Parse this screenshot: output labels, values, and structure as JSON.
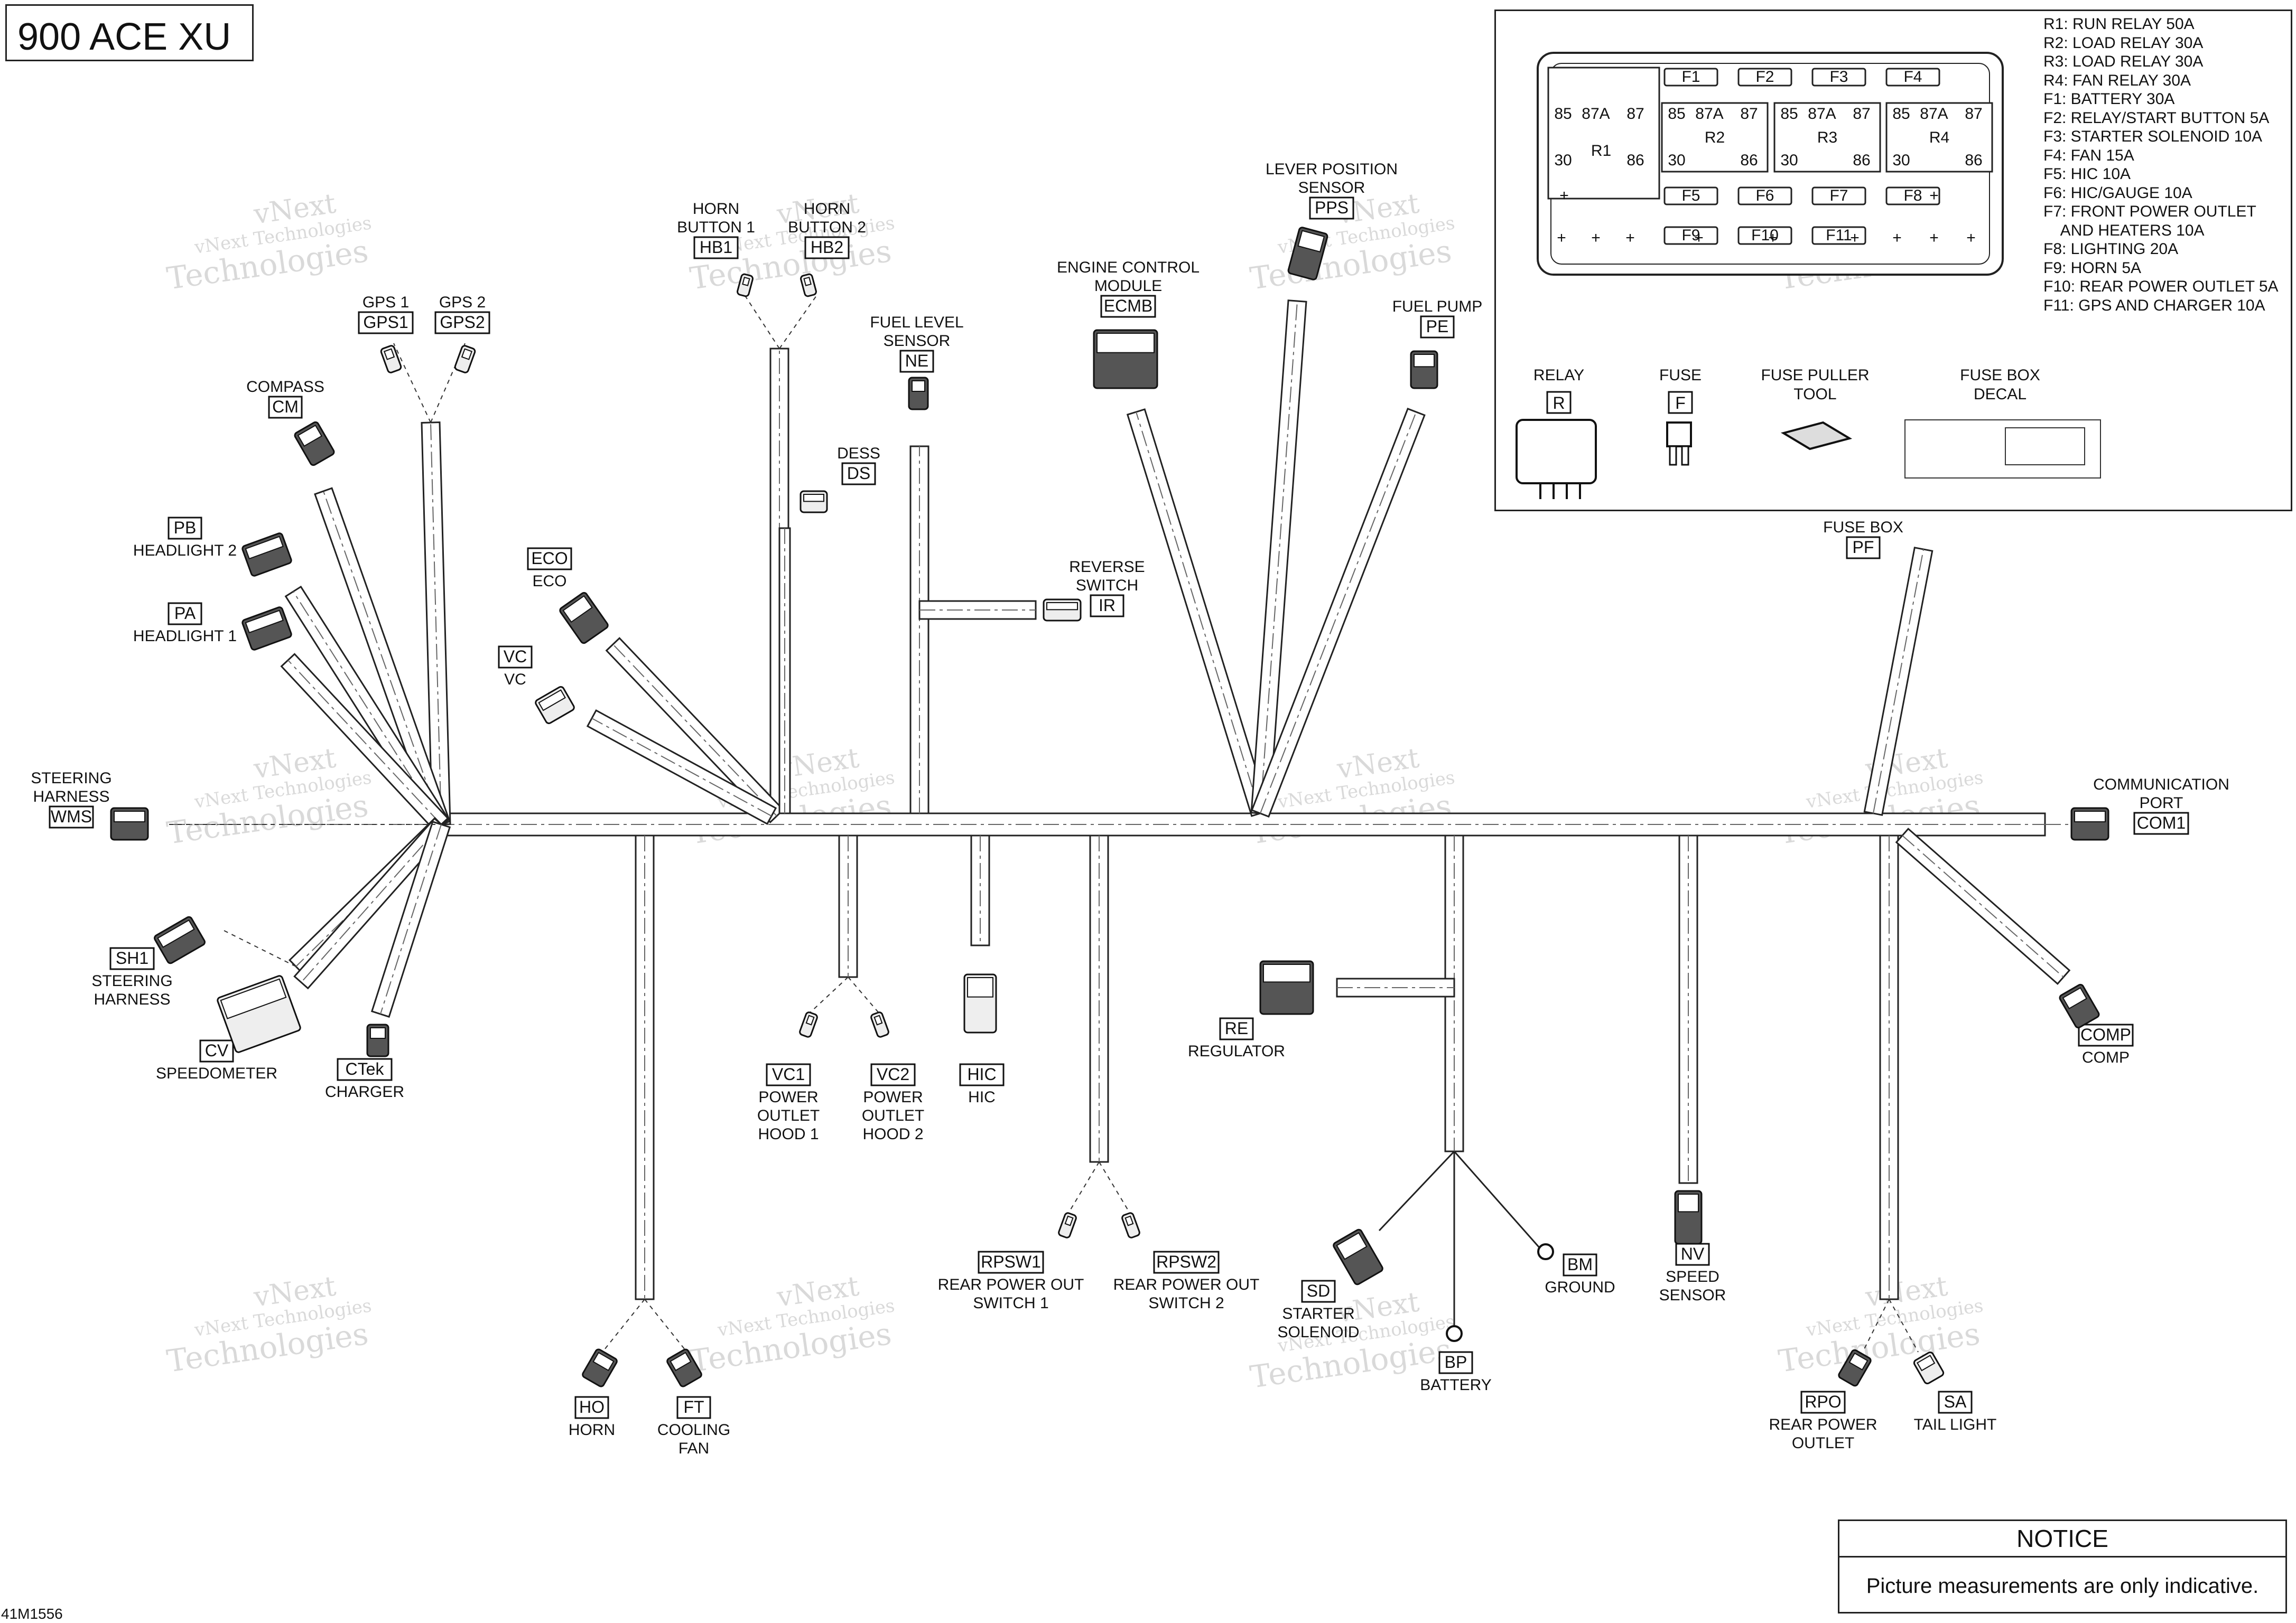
{
  "title": "900 ACE XU",
  "figure_id": "41M1556",
  "notice": {
    "heading": "NOTICE",
    "text": "Picture measurements are only indicative."
  },
  "watermark": {
    "line1": "vNext Technologies",
    "line2": "vNext",
    "line3": "Technologies"
  },
  "fuse_list": [
    "R1: RUN RELAY 50A",
    "R2: LOAD RELAY 30A",
    "R3: LOAD RELAY 30A",
    "R4: FAN RELAY 30A",
    "F1: BATTERY 30A",
    "F2: RELAY/START BUTTON 5A",
    "F3: STARTER SOLENOID 10A",
    "F4: FAN 15A",
    "F5: HIC 10A",
    "F6: HIC/GAUGE 10A",
    "F7: FRONT POWER OUTLET",
    "    AND HEATERS 10A",
    "F8: LIGHTING 20A",
    "F9: HORN 5A",
    "F10: REAR POWER OUTLET 5A",
    "F11: GPS AND CHARGER 10A"
  ],
  "fuse_box": {
    "relays": [
      {
        "name": "R1",
        "pins": [
          "85",
          "87A",
          "87",
          "30",
          "86"
        ]
      },
      {
        "name": "R2",
        "pins": [
          "85",
          "87A",
          "87",
          "30",
          "86"
        ]
      },
      {
        "name": "R3",
        "pins": [
          "85",
          "87A",
          "87",
          "30",
          "86"
        ]
      },
      {
        "name": "R4",
        "pins": [
          "85",
          "87A",
          "87",
          "30",
          "86"
        ]
      }
    ],
    "fuses_top": [
      "F1",
      "F2",
      "F3",
      "F4"
    ],
    "fuses_mid": [
      "F5",
      "F6",
      "F7",
      "F8"
    ],
    "fuses_bot": [
      "F9",
      "F10",
      "F11"
    ]
  },
  "legend_items": {
    "relay": {
      "name": "RELAY",
      "code": "R"
    },
    "fuse": {
      "name": "FUSE",
      "code": "F"
    },
    "puller": {
      "name": "FUSE PULLER\nTOOL"
    },
    "decal": {
      "name": "FUSE BOX\nDECAL"
    }
  },
  "connectors": {
    "gps1": {
      "name": "GPS 1",
      "code": "GPS1"
    },
    "gps2": {
      "name": "GPS 2",
      "code": "GPS2"
    },
    "compass": {
      "name": "COMPASS",
      "code": "CM"
    },
    "pb": {
      "name": "HEADLIGHT 2",
      "code": "PB"
    },
    "pa": {
      "name": "HEADLIGHT 1",
      "code": "PA"
    },
    "wms": {
      "name": "STEERING\nHARNESS",
      "code": "WMS"
    },
    "sh1": {
      "name": "STEERING\nHARNESS",
      "code": "SH1"
    },
    "cv": {
      "name": "SPEEDOMETER",
      "code": "CV"
    },
    "ctek": {
      "name": "CHARGER",
      "code": "CTek"
    },
    "hb1": {
      "name": "HORN\nBUTTON 1",
      "code": "HB1"
    },
    "hb2": {
      "name": "HORN\nBUTTON 2",
      "code": "HB2"
    },
    "eco": {
      "name": "ECO",
      "code": "ECO"
    },
    "vc": {
      "name": "VC",
      "code": "VC"
    },
    "dess": {
      "name": "DESS",
      "code": "DS"
    },
    "ne": {
      "name": "FUEL LEVEL\nSENSOR",
      "code": "NE"
    },
    "ir": {
      "name": "REVERSE\nSWITCH",
      "code": "IR"
    },
    "ecmb": {
      "name": "ENGINE CONTROL\nMODULE",
      "code": "ECMB"
    },
    "pps": {
      "name": "LEVER POSITION\nSENSOR",
      "code": "PPS"
    },
    "pe": {
      "name": "FUEL PUMP",
      "code": "PE"
    },
    "pf": {
      "name": "FUSE BOX",
      "code": "PF"
    },
    "com1": {
      "name": "COMMUNICATION\nPORT",
      "code": "COM1"
    },
    "vc1": {
      "name": "POWER\nOUTLET\nHOOD 1",
      "code": "VC1"
    },
    "vc2": {
      "name": "POWER\nOUTLET\nHOOD 2",
      "code": "VC2"
    },
    "hic": {
      "name": "HIC",
      "code": "HIC"
    },
    "re": {
      "name": "REGULATOR",
      "code": "RE"
    },
    "rpsw1": {
      "name": "REAR POWER OUT\nSWITCH 1",
      "code": "RPSW1"
    },
    "rpsw2": {
      "name": "REAR POWER OUT\nSWITCH 2",
      "code": "RPSW2"
    },
    "ho": {
      "name": "HORN",
      "code": "HO"
    },
    "ft": {
      "name": "COOLING\nFAN",
      "code": "FT"
    },
    "sd": {
      "name": "STARTER\nSOLENOID",
      "code": "SD"
    },
    "bp": {
      "name": "BATTERY",
      "code": "BP"
    },
    "bm": {
      "name": "GROUND",
      "code": "BM"
    },
    "nv": {
      "name": "SPEED\nSENSOR",
      "code": "NV"
    },
    "comp": {
      "name": "COMP",
      "code": "COMP"
    },
    "rpo": {
      "name": "REAR POWER\nOUTLET",
      "code": "RPO"
    },
    "sa": {
      "name": "TAIL LIGHT",
      "code": "SA"
    }
  }
}
